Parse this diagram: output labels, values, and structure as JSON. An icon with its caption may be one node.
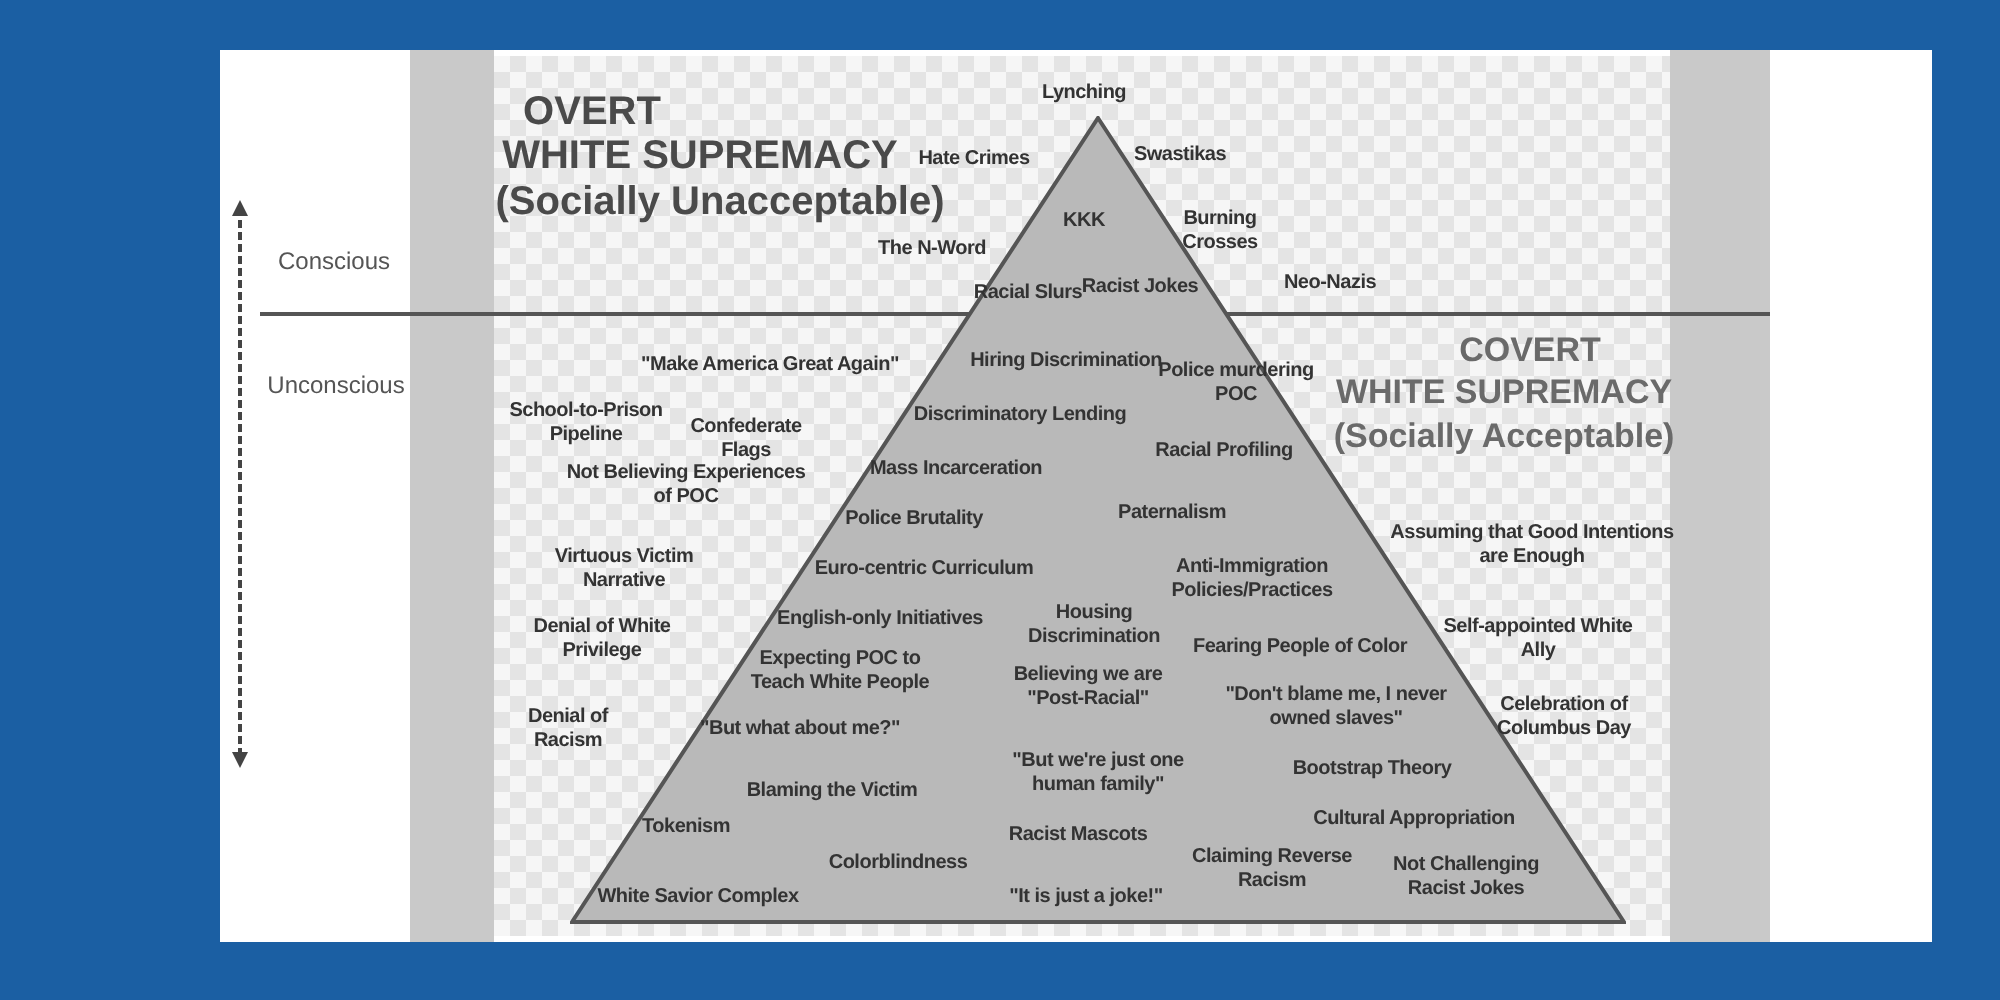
{
  "diagram": {
    "nodes": [
      {
        "text": [
          "Hate Crimes",
          "Swastikas",
          "KKK",
          "The N-Word",
          "Burning Crosses",
          "Racial Slurs",
          "Racist Jokes",
          "Hiring Discrimination",
          "Police murdering POC",
          "Discriminatory Lending",
          "Racial Profiling",
          "Mass Incarceration",
          "Police Brutality",
          "Paternalism",
          "Euro-centric Curriculum",
          "Anti-Immigration Policies/Practices",
          "English-only Initiatives",
          "Housing Discrimination",
          "Fearing People of Color",
          "Expecting POC to Teach White People",
          "Believing we are \"Post-Racial\"",
          "\"Don't blame me, I never owned slaves\"",
          "\"But what about me?\"",
          "\"But we're just one human family\"",
          "Bootstrap Theory",
          "Blaming the Victim",
          "Tokenism",
          "Racist Mascots",
          "Cultural Appropriation",
          "Colorblindness",
          "Claiming Reverse Racism",
          "White Savior Complex",
          "\"It is just a joke!\"",
          "Not Challenging Racist Jokes"
        ]
      }
    ],
    "edges": [],
    "labels": [
      "OVERT",
      "WHITE SUPREMACY",
      "(Socially Unacceptable)",
      "Lynching",
      "Conscious",
      "Neo-Nazis",
      "Unconscious",
      "\"Make America Great Again\"",
      "COVERT",
      "WHITE SUPREMACY",
      "(Socially Acceptable)",
      "School-to-Prison Pipeline",
      "Confederate Flags",
      "Not Believing Experiences of POC",
      "Virtuous Victim Narrative",
      "Assuming that Good Intentions are Enough",
      "Denial of White Privilege",
      "Self-appointed White Ally",
      "Celebration of Columbus Day",
      "Denial of Racism"
    ]
  }
}
